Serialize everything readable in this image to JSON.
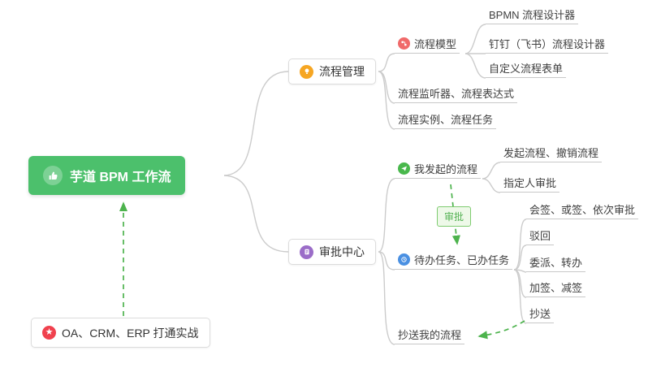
{
  "root": {
    "label": "芋道 BPM 工作流"
  },
  "note": {
    "label": "OA、CRM、ERP 打通实战"
  },
  "process": {
    "label": "流程管理",
    "children": {
      "model": "流程模型",
      "bpmn": "BPMN 流程设计器",
      "dingtalk": "钉钉（飞书）流程设计器",
      "custom_form": "自定义流程表单",
      "listener": "流程监听器、流程表达式",
      "instance": "流程实例、流程任务"
    }
  },
  "approval": {
    "label": "审批中心",
    "children": {
      "my_started": "我发起的流程",
      "start_cancel": "发起流程、撤销流程",
      "assignee": "指定人审批",
      "todo_done": "待办任务、已办任务",
      "countersign": "会签、或签、依次审批",
      "reject": "驳回",
      "delegate": "委派、转办",
      "add_sign": "加签、减签",
      "cc": "抄送",
      "cc_me": "抄送我的流程"
    }
  },
  "tags": {
    "approve": "审批"
  },
  "icons": {
    "star": "★"
  },
  "colors": {
    "root_green": "#4cc06c",
    "arrow_green": "#4db34d",
    "connector_gray": "#cccccc",
    "icon_orange": "#f6a623",
    "icon_red": "#f06a6a",
    "icon_star_red": "#f0414e",
    "icon_green": "#49b84c",
    "icon_blue": "#4a90e2",
    "icon_purple": "#9b6dc8",
    "tag_green_border": "#7ecb6f"
  }
}
